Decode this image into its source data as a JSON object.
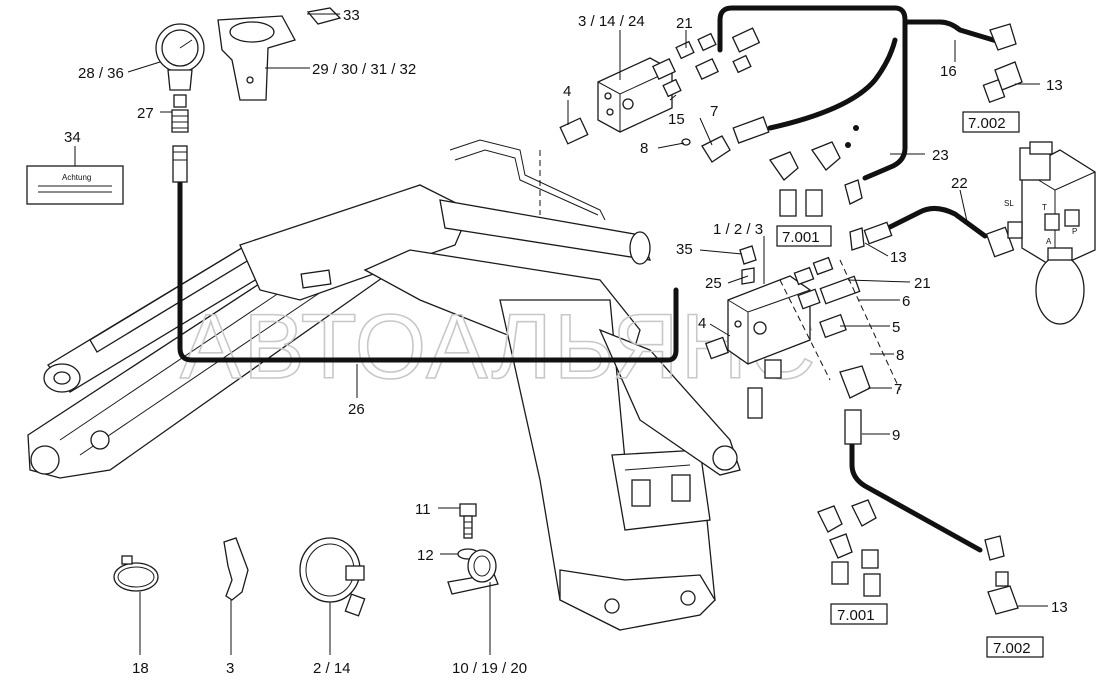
{
  "labels": {
    "l3_14_24": "3 / 14 / 24",
    "l33": "33",
    "l28_36": "28 / 36",
    "l29_32": "29 / 30 / 31 / 32",
    "l27": "27",
    "l34": "34",
    "l21a": "21",
    "l4a": "4",
    "l15": "15",
    "l7a": "7",
    "l8a": "8",
    "l16": "16",
    "l13a": "13",
    "l23": "23",
    "l22": "22",
    "l1_2_3": "1 / 2 / 3",
    "l35": "35",
    "l25": "25",
    "l13b": "13",
    "l21b": "21",
    "l6": "6",
    "l5": "5",
    "l4b": "4",
    "l8b": "8",
    "l7b": "7",
    "l9": "9",
    "l26": "26",
    "l11": "11",
    "l12": "12",
    "l13c": "13",
    "l18": "18",
    "l3": "3",
    "l2_14": "2 / 14",
    "l10_19_20": "10 / 19 / 20"
  },
  "boxed_refs": {
    "b7002a": "7.002",
    "b7001a": "7.001",
    "b7001b": "7.001",
    "b7002b": "7.002"
  },
  "port_letters": {
    "sl": "SL",
    "t": "T",
    "a": "A",
    "p": "P"
  },
  "sign": {
    "title": "Achtung"
  },
  "watermark": "АВТОАЛЬЯНС",
  "icons": {
    "gauge": "pressure-gauge-icon",
    "accumulator": "hydraulic-accumulator-icon",
    "valve": "valve-block-icon"
  }
}
